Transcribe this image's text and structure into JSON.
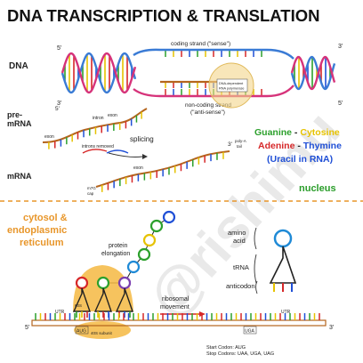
{
  "title": "DNA TRANSCRIPTION & TRANSLATION",
  "watermark": "@rishimu",
  "labels": {
    "dna": "DNA",
    "pre_mrna_1": "pre-",
    "pre_mrna_2": "mRNA",
    "mrna": "mRNA",
    "coding_strand": "coding strand (\"sense\")",
    "noncoding_1": "non-coding strand",
    "noncoding_2": "(\"anti-sense\")",
    "polymerase_1": "DNA-dependent",
    "polymerase_2": "RNA polymerase",
    "intron": "intron",
    "exon_1": "exon",
    "exon_2": "exon",
    "exon_3": "exon",
    "introns_removed": "introns removed",
    "splicing": "splicing",
    "polya_1": "poly-A",
    "polya_2": "tail",
    "cap_1": "m7G",
    "cap_2": "cap",
    "nucleus": "nucleus",
    "cytosol_1": "cytosol &",
    "cytosol_2": "endoplasmic",
    "cytosol_3": "reticulum",
    "protein_1": "protein",
    "protein_2": "elongation",
    "ribosomal_1": "ribosomal",
    "ribosomal_2": "movement",
    "amino_1": "amino",
    "amino_2": "acid",
    "trna": "tRNA",
    "anticodon": "anticodon",
    "utr_left": "UTR",
    "utr_right": "UTR",
    "aug": "AUG",
    "uga": "UGA",
    "sub60": "60S",
    "sub40": "40S subunit",
    "start_codon": "Start Codon: AUG",
    "stop_codons": "Stop Codons: UAA, UGA, UAG",
    "five_1": "5'",
    "three_1": "3'",
    "five_2": "5'",
    "three_2": "3'",
    "five_3": "5'",
    "three_3": "3'",
    "five_4": "3'",
    "three_4": "5'",
    "five_5": "5'",
    "three_5": "3'"
  },
  "legend": {
    "guanine": "Guanine",
    "dash1": " - ",
    "cytosine": "Cytosine",
    "adenine": "Adenine",
    "dash2": " - ",
    "thymine": "Thymine",
    "uracil_open": "(",
    "uracil": "Uracil",
    "uracil_close": " in RNA)"
  },
  "colors": {
    "guanine": "#2ca02c",
    "cytosine": "#e6c200",
    "adenine": "#d62728",
    "thymine": "#1f4fd6",
    "strand_blue": "#3a7bd5",
    "strand_pink": "#d6337a",
    "strand_brown": "#b5651d",
    "orange": "#e8962a",
    "ribosome": "#f5b942"
  }
}
